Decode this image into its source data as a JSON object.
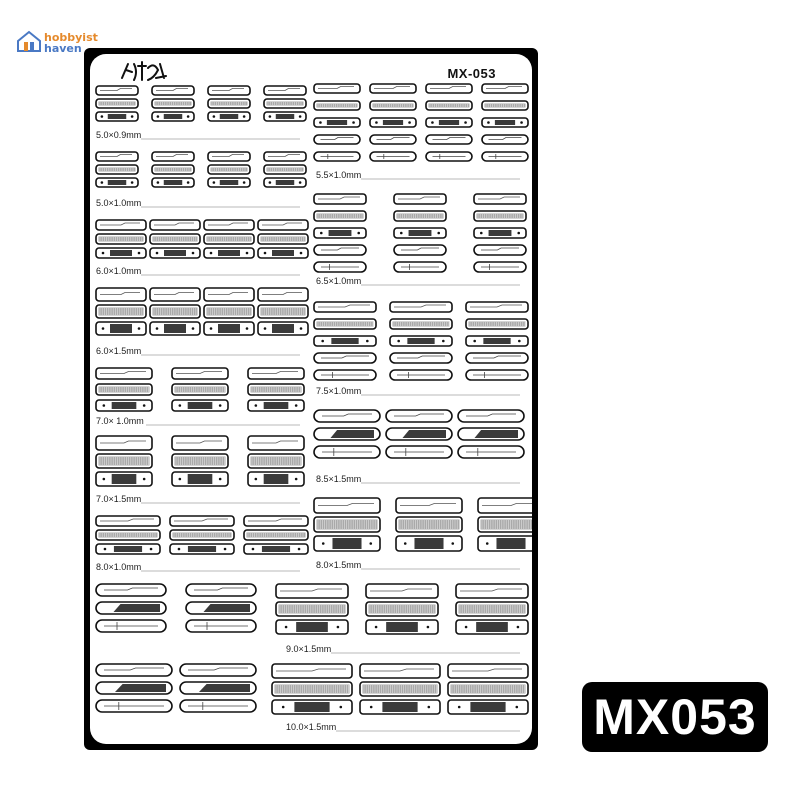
{
  "logo": {
    "line1": "hobbyist",
    "line2": "haven",
    "accent1": "#e58a2c",
    "accent2": "#4a79c4"
  },
  "sheet": {
    "code": "MX-053",
    "brand_mark": "calligraphy-brand-logo"
  },
  "badge": {
    "text": "MX053"
  },
  "groups": [
    {
      "label": "5.0×0.9mm"
    },
    {
      "label": "5.0×1.0mm"
    },
    {
      "label": "6.0×1.0mm"
    },
    {
      "label": "6.0×1.5mm"
    },
    {
      "label": "7.0× 1.0mm"
    },
    {
      "label": "7.0×1.5mm"
    },
    {
      "label": "8.0×1.0mm"
    },
    {
      "label": "5.5×1.0mm"
    },
    {
      "label": "6.5×1.0mm"
    },
    {
      "label": "7.5×1.0mm"
    },
    {
      "label": "8.5×1.5mm"
    },
    {
      "label": "8.0×1.5mm"
    },
    {
      "label": "9.0×1.5mm"
    },
    {
      "label": "10.0×1.5mm"
    }
  ]
}
